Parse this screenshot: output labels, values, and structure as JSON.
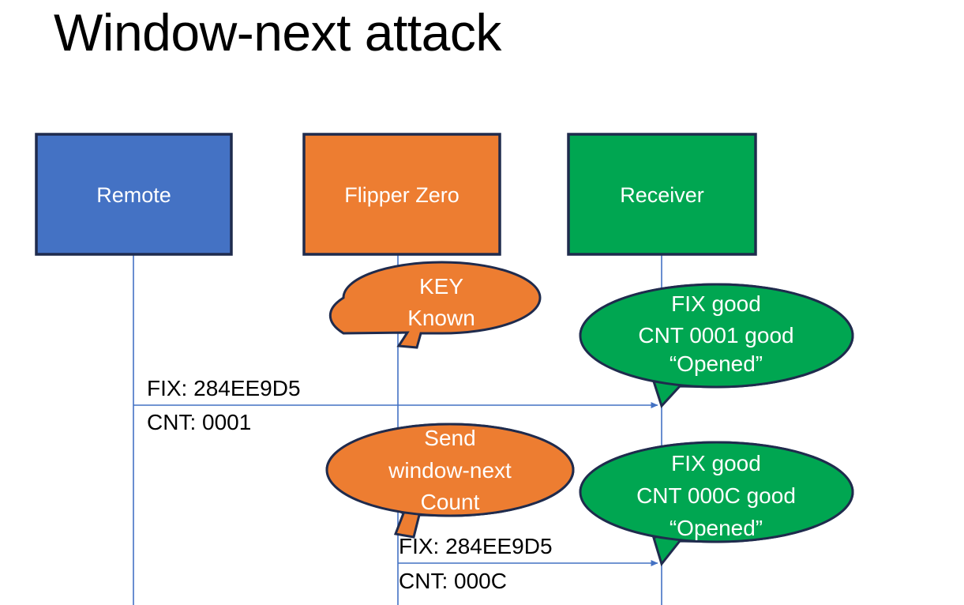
{
  "slide": {
    "title": "Window-next attack",
    "background": "#ffffff"
  },
  "colors": {
    "remote_fill": "#4472C4",
    "flipper_fill": "#ED7D31",
    "receiver_fill": "#00A651",
    "node_border": "#1F2B4D",
    "lifeline": "#4472C4",
    "arrow": "#4472C4",
    "label_text": "#000000",
    "node_text": "#ffffff"
  },
  "nodes": [
    {
      "id": "remote",
      "label": "Remote",
      "fill_key": "remote_fill"
    },
    {
      "id": "flipper",
      "label": "Flipper Zero",
      "fill_key": "flipper_fill"
    },
    {
      "id": "receiver",
      "label": "Receiver",
      "fill_key": "receiver_fill"
    }
  ],
  "callouts": [
    {
      "id": "key-known",
      "owner": "flipper",
      "color": "#ED7D31",
      "lines": [
        "KEY",
        "Known"
      ]
    },
    {
      "id": "receiver-ack-1",
      "owner": "receiver",
      "color": "#00A651",
      "lines": [
        "FIX good",
        "CNT 0001 good",
        "“Opened”"
      ]
    },
    {
      "id": "send-window-next",
      "owner": "flipper",
      "color": "#ED7D31",
      "lines": [
        "Send",
        "window-next",
        "Count"
      ]
    },
    {
      "id": "receiver-ack-2",
      "owner": "receiver",
      "color": "#00A651",
      "lines": [
        "FIX good",
        "CNT 000C good",
        "“Opened”"
      ]
    }
  ],
  "messages": [
    {
      "id": "msg-1",
      "from": "remote",
      "to": "receiver",
      "line1": "FIX: 284EE9D5",
      "line2": "CNT: 0001"
    },
    {
      "id": "msg-2",
      "from": "flipper",
      "to": "receiver",
      "line1": "FIX: 284EE9D5",
      "line2": "CNT: 000C"
    }
  ]
}
